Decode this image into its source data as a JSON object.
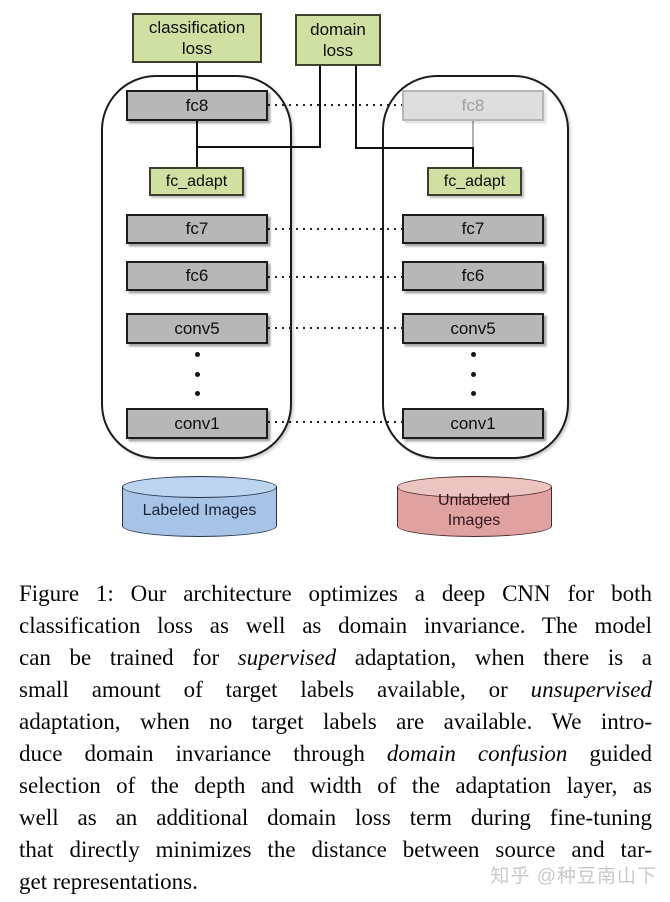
{
  "colors": {
    "green": "#cfe0a2",
    "gray": "#b7b7b7",
    "gray_faded": "#dedede",
    "blue": "#a7c4e6",
    "blue_top": "#bdd4ef",
    "pink": "#e0a1a1",
    "pink_top": "#ecc5c1",
    "wire": "#111111",
    "wire_faded": "#b0b0b0"
  },
  "diagram": {
    "losses": {
      "classification": "classification loss",
      "domain": "domain loss"
    },
    "source": {
      "fc8": "fc8",
      "fc_adapt": "fc_adapt",
      "fc7": "fc7",
      "fc6": "fc6",
      "conv5": "conv5",
      "conv1": "conv1",
      "database": "Labeled Images"
    },
    "target": {
      "fc8": "fc8",
      "fc_adapt": "fc_adapt",
      "fc7": "fc7",
      "fc6": "fc6",
      "conv5": "conv5",
      "conv1": "conv1",
      "database": "Unlabeled Images"
    }
  },
  "caption": {
    "lines": [
      [
        {
          "t": "Figure 1: Our architecture optimizes a deep CNN for both"
        }
      ],
      [
        {
          "t": "classification loss as well as domain invariance. The model"
        }
      ],
      [
        {
          "t": "can be trained for "
        },
        {
          "t": "supervised",
          "em": true
        },
        {
          "t": " adaptation, when there is a"
        }
      ],
      [
        {
          "t": "small amount of target labels available, or "
        },
        {
          "t": "unsupervised",
          "em": true
        }
      ],
      [
        {
          "t": "adaptation, when no target labels are available. We intro-"
        }
      ],
      [
        {
          "t": "duce domain invariance through "
        },
        {
          "t": "domain confusion",
          "em": true
        },
        {
          "t": " guided"
        }
      ],
      [
        {
          "t": "selection of the depth and width of the adaptation layer, as"
        }
      ],
      [
        {
          "t": "well as an additional domain loss term during fine-tuning"
        }
      ],
      [
        {
          "t": "that directly minimizes the distance between source and tar-"
        }
      ],
      [
        {
          "t": "get representations."
        }
      ]
    ]
  },
  "watermark": "知乎 @种豆南山下"
}
